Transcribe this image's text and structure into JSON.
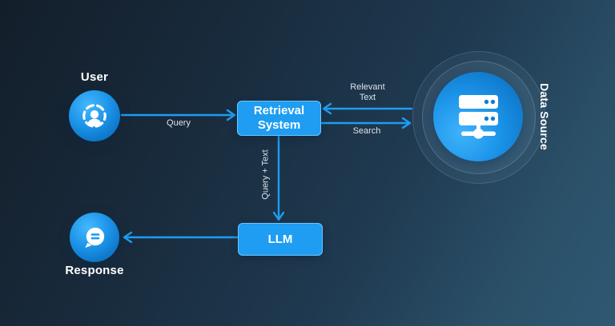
{
  "diagram": {
    "type": "flow-diagram",
    "subject": "Retrieval Augmented Generation architecture",
    "nodes": {
      "user": {
        "label": "User",
        "icon": "user-icon",
        "shape": "circle"
      },
      "retrieval_system": {
        "label": "Retrieval System",
        "shape": "rounded-box"
      },
      "data_source": {
        "label": "Data Source",
        "icon": "server-icon",
        "shape": "circle-with-rings"
      },
      "llm": {
        "label": "LLM",
        "shape": "rounded-box"
      },
      "response": {
        "label": "Response",
        "icon": "chat-bubble-icon",
        "shape": "circle"
      }
    },
    "edges": [
      {
        "from": "user",
        "to": "retrieval_system",
        "label": "Query"
      },
      {
        "from": "data_source",
        "to": "retrieval_system",
        "label": "Relevant Text"
      },
      {
        "from": "retrieval_system",
        "to": "data_source",
        "label": "Search"
      },
      {
        "from": "retrieval_system",
        "to": "llm",
        "label": "Query + Text"
      },
      {
        "from": "llm",
        "to": "response",
        "label": ""
      }
    ],
    "colors": {
      "background_top_left": "#131e2a",
      "background_bottom_right": "#2f5873",
      "accent_blue": "#1e9df2",
      "box_border": "#6cc6ff",
      "node_gradient_light": "#45b8fd",
      "node_gradient_dark": "#0a66b2",
      "node_label": "#ffffff",
      "edge_label": "#dce4ec",
      "icon_foreground": "#ffffff"
    }
  }
}
